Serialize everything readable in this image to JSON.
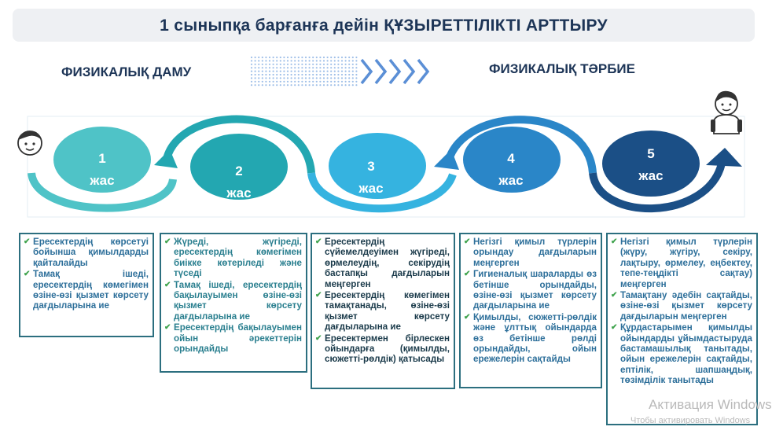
{
  "title": "1 сыныпқа барғанға дейін ҚҰЗЫРЕТТІЛІКТІ АРТТЫРУ",
  "subtitle_left": "ФИЗИКАЛЫҚ ДАМУ",
  "subtitle_right": "ФИЗИКАЛЫҚ ТӘРБИЕ",
  "colors": {
    "teal_light": "#4fc3c7",
    "teal": "#23a7b1",
    "sky": "#35b3e0",
    "blue": "#2a86c8",
    "navy": "#1b4f86",
    "box_border": "#2c6f7f",
    "check": "#3fa34d"
  },
  "ages": [
    {
      "num": "1",
      "unit": "жас"
    },
    {
      "num": "2",
      "unit": "жас"
    },
    {
      "num": "3",
      "unit": "жас"
    },
    {
      "num": "4",
      "unit": "жас"
    },
    {
      "num": "5",
      "unit": "жас"
    }
  ],
  "boxes": [
    {
      "items": [
        "Ересектердің көрсетуі бойынша қимылдарды қайталайды",
        "Тамақ ішеді, ересектердің көмегімен өзіне-өзі қызмет көрсету дағдыларына ие"
      ]
    },
    {
      "items": [
        "Жүреді, жүгіреді, ересектердің көмегімен биікке көтеріледі және түседі",
        "Тамақ ішеді, ересектердің бақылауымен өзіне-өзі қызмет көрсету дағдыларына ие",
        "Ересектердің бақылауымен ойын әрекеттерін орындайды"
      ]
    },
    {
      "items": [
        "Ересектердің сүйемелдеуімен жүгіреді, өрмелеудің, секірудің бастапқы дағдыларын меңгерген",
        "Ересектердің көмегімен тамақтанады, өзіне-өзі қызмет көрсету дағдыларына ие",
        "Ересектермен бірлескен ойындарға (қимылды, сюжетті-рөлдік) қатысады"
      ]
    },
    {
      "items": [
        "Негізгі қимыл түрлерін орындау дағдыларын меңгерген",
        "Гигиеналық шараларды өз бетінше орындайды, өзіне-өзі қызмет көрсету дағдыларына ие",
        "Қимылды, сюжетті-рөлдік және ұлттық ойындарда өз бетінше рөлді орындайды, ойын ережелерін сақтайды"
      ]
    },
    {
      "items": [
        "Негізгі қимыл түрлерін (жүру, жүгіру, секіру, лақтыру, өрмелеу, еңбектеу, тепе-теңдікті сақтау) меңгерген",
        "Тамақтану әдебін сақтайды, өзіне-өзі қызмет көрсету дағдыларын меңгерген",
        "Құрдастарымен қимылды ойындарды ұйымдастыруда бастамашылық танытады, ойын ережелерін сақтайды, ептілік, шапшаңдық, төзімділік танытады"
      ]
    }
  ],
  "watermark": {
    "line1": "Активация Windows",
    "line2": "Чтобы активировать Windows"
  }
}
